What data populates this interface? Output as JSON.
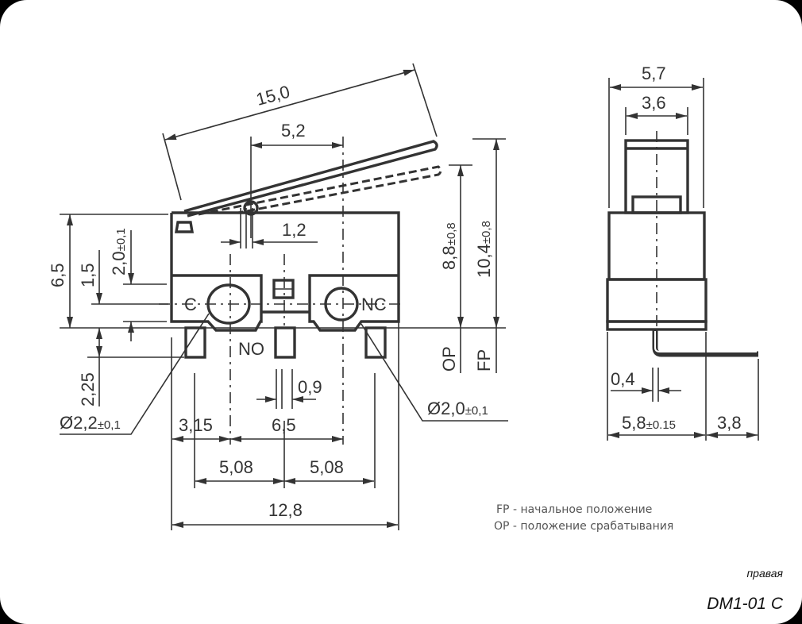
{
  "front_view": {
    "dim_lever_length": "15,0",
    "dim_pivot": "5,2",
    "dim_height": "6,5",
    "dim_1_5": "1,5",
    "dim_2_0": "2,0",
    "dim_2_0_tol": "±0,1",
    "dim_2_25": "2,25",
    "dim_1_2": "1,2",
    "dim_0_9": "0,9",
    "dim_3_15": "3,15",
    "dim_6_5": "6,5",
    "dim_5_08_left": "5,08",
    "dim_5_08_right": "5,08",
    "dim_12_8": "12,8",
    "dim_op": "8,8",
    "dim_op_tol": "±0,8",
    "dim_fp": "10,4",
    "dim_fp_tol": "±0,8",
    "label_op": "OP",
    "label_fp": "FP",
    "hole_left": "Ø2,2",
    "hole_left_tol": "±0,1",
    "hole_right": "Ø2,0",
    "hole_right_tol": "±0,1",
    "terminal_c": "C",
    "terminal_no": "NO",
    "terminal_nc": "NC"
  },
  "side_view": {
    "dim_5_7": "5,7",
    "dim_3_6": "3,6",
    "dim_0_4": "0,4",
    "dim_5_8": "5,8",
    "dim_5_8_tol": "±0.15",
    "dim_3_8": "3,8"
  },
  "legend": {
    "fp": "FP - начальное положение",
    "op": "OP - положение срабатывания"
  },
  "variant": "правая",
  "model": "DM1-01 C"
}
